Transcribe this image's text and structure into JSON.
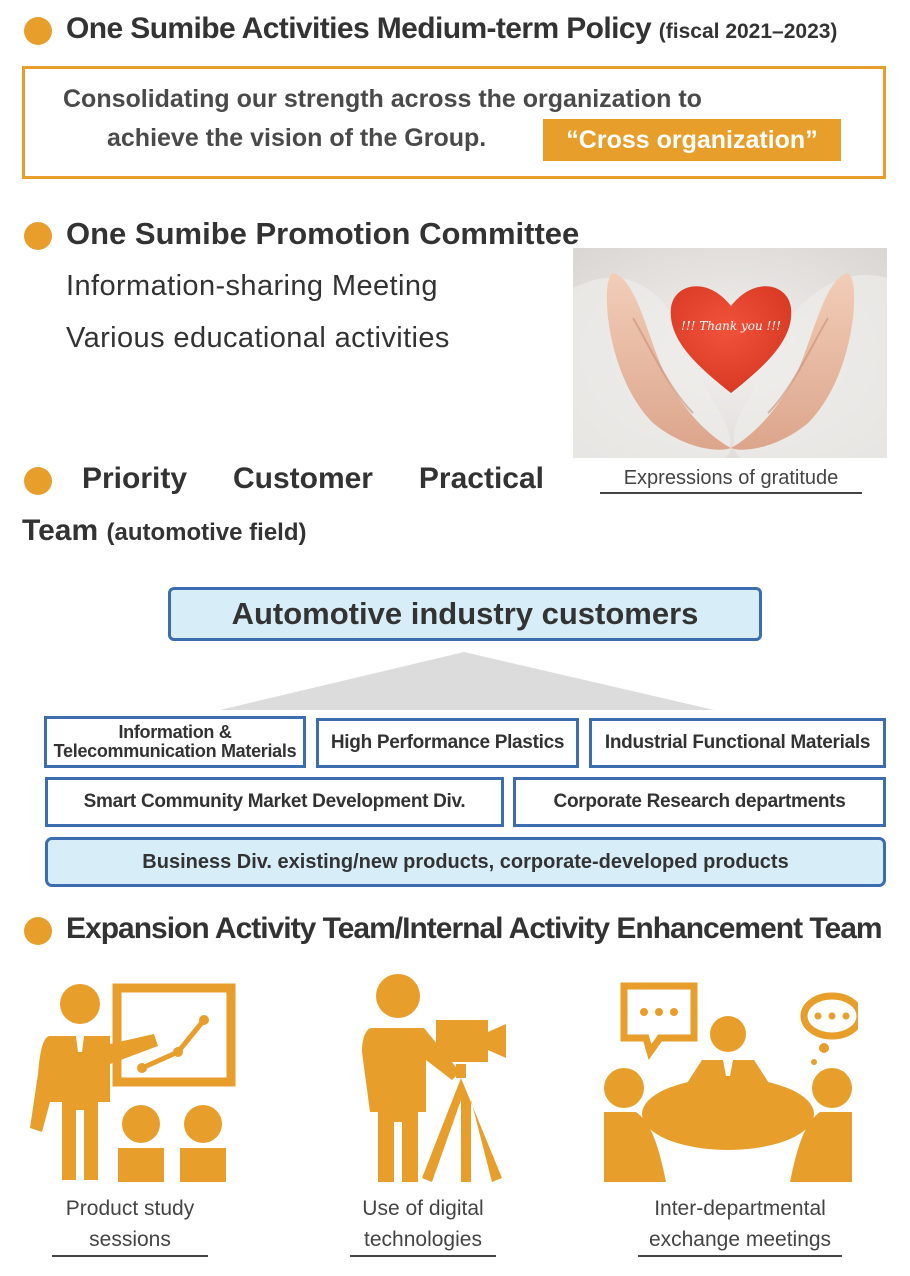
{
  "colors": {
    "accent_orange": "#E89E2B",
    "blue_border": "#3C6DB0",
    "light_blue_fill": "#D7EEF9",
    "text_dark": "#333333"
  },
  "policy": {
    "title": "One Sumibe Activities Medium-term Policy",
    "period": "(fiscal 2021–2023)",
    "line1": "Consolidating our strength across the organization to",
    "line2": "achieve the vision of the Group.",
    "badge": "“Cross organization”"
  },
  "promotion": {
    "title": "One Sumibe Promotion Committee",
    "items": [
      "Information-sharing Meeting",
      "Various educational activities"
    ],
    "photo_text": "!!! Thank you !!!",
    "photo_caption": "Expressions of gratitude"
  },
  "priority": {
    "title_words": [
      "Priority",
      "Customer",
      "Practical"
    ],
    "title_line2": "Team",
    "title_sub": "(automotive field)",
    "top_box": "Automotive industry customers",
    "divisions": {
      "info_line1": "Information &",
      "info_line2": "Telecommunication Materials",
      "hpp": "High Performance Plastics",
      "ifm": "Industrial Functional Materials",
      "smart": "Smart Community Market Development Div.",
      "crd": "Corporate Research departments"
    },
    "products_box": "Business Div. existing/new products, corporate-developed products"
  },
  "expansion": {
    "title": "Expansion Activity Team/Internal Activity Enhancement Team",
    "captions": [
      {
        "line1": "Product study",
        "line2": "sessions",
        "icon": "presentation-icon"
      },
      {
        "line1": "Use of digital",
        "line2": "technologies",
        "icon": "video-camera-icon"
      },
      {
        "line1": "Inter-departmental",
        "line2": "exchange meetings",
        "icon": "meeting-icon"
      }
    ]
  }
}
